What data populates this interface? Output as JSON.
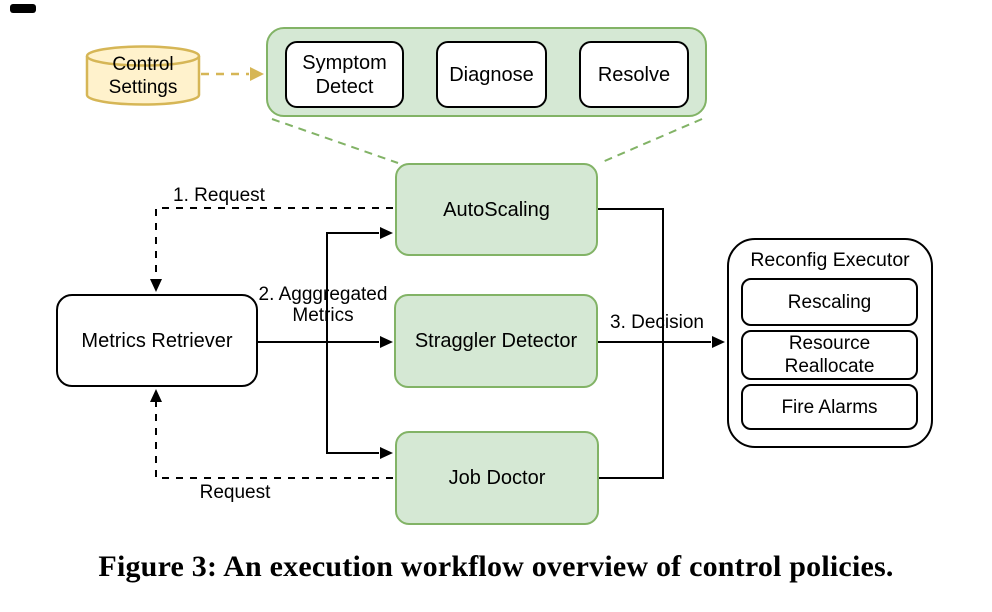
{
  "figure": {
    "caption": "Figure 3: An execution workflow overview of control policies."
  },
  "diagram": {
    "colors": {
      "green_fill": "#D5E8D4",
      "green_stroke": "#82B366",
      "yellow_fill": "#FFF2CC",
      "yellow_stroke": "#D6B656",
      "line": "#000000"
    },
    "control_settings": {
      "label": "Control Settings"
    },
    "policy_pipeline": {
      "steps": [
        "Symptom Detect",
        "Diagnose",
        "Resolve"
      ]
    },
    "nodes": {
      "autoscaling": "AutoScaling",
      "straggler_detector": "Straggler Detector",
      "job_doctor": "Job Doctor",
      "metrics_retriever": "Metrics Retriever"
    },
    "reconfig_executor": {
      "title": "Reconfig Executor",
      "actions": [
        "Rescaling",
        "Resource Reallocate",
        "Fire Alarms"
      ]
    },
    "edge_labels": {
      "request_top": "1. Request",
      "aggregated_metrics": "2. Agggregated Metrics",
      "decision": "3. Decision",
      "request_bottom": "Request"
    }
  }
}
